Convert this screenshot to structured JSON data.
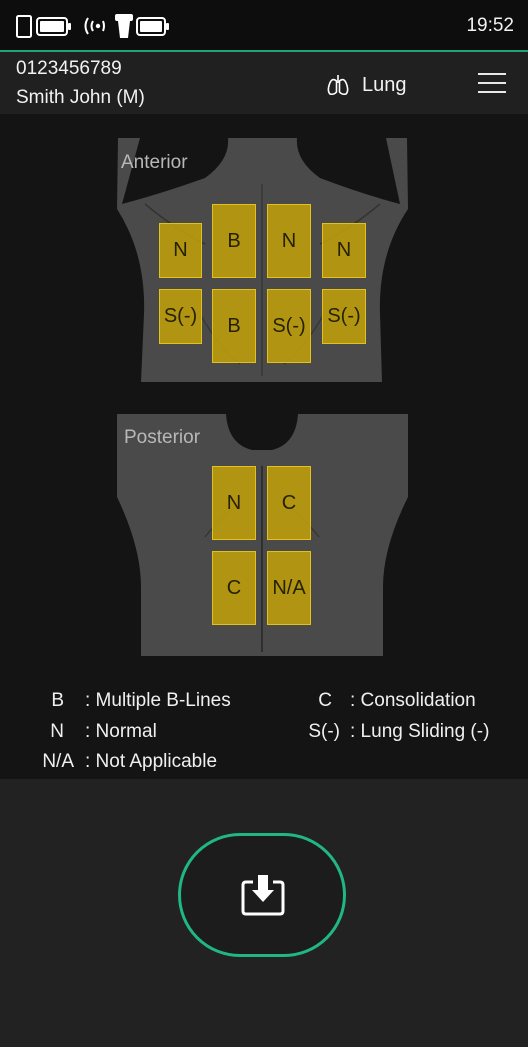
{
  "status_bar": {
    "time": "19:52",
    "icons": [
      "phone-battery-icon",
      "wireless-probe-icon",
      "probe-battery-icon"
    ]
  },
  "header": {
    "patient_id": "0123456789",
    "patient_name": "Smith John (M)",
    "mode_label": "Lung",
    "mode_icon": "lungs-icon",
    "menu_icon": "hamburger-menu-icon"
  },
  "diagram": {
    "anterior": {
      "title": "Anterior",
      "zones": [
        "N",
        "B",
        "N",
        "N",
        "S(-)",
        "B",
        "S(-)",
        "S(-)"
      ]
    },
    "posterior": {
      "title": "Posterior",
      "zones": [
        "N",
        "C",
        "C",
        "N/A"
      ]
    }
  },
  "legend": [
    {
      "code": "B",
      "desc": ": Multiple B-Lines"
    },
    {
      "code": "C",
      "desc": ": Consolidation"
    },
    {
      "code": "N",
      "desc": ": Normal"
    },
    {
      "code": "S(-)",
      "desc": ": Lung Sliding (-)"
    },
    {
      "code": "N/A",
      "desc": ": Not Applicable"
    }
  ],
  "actions": {
    "save_icon": "download-icon"
  },
  "colors": {
    "accent": "#21b686",
    "zone_fill": "#bfa00a",
    "zone_border": "#e2c21a",
    "body_silhouette": "#4a4a4a"
  }
}
